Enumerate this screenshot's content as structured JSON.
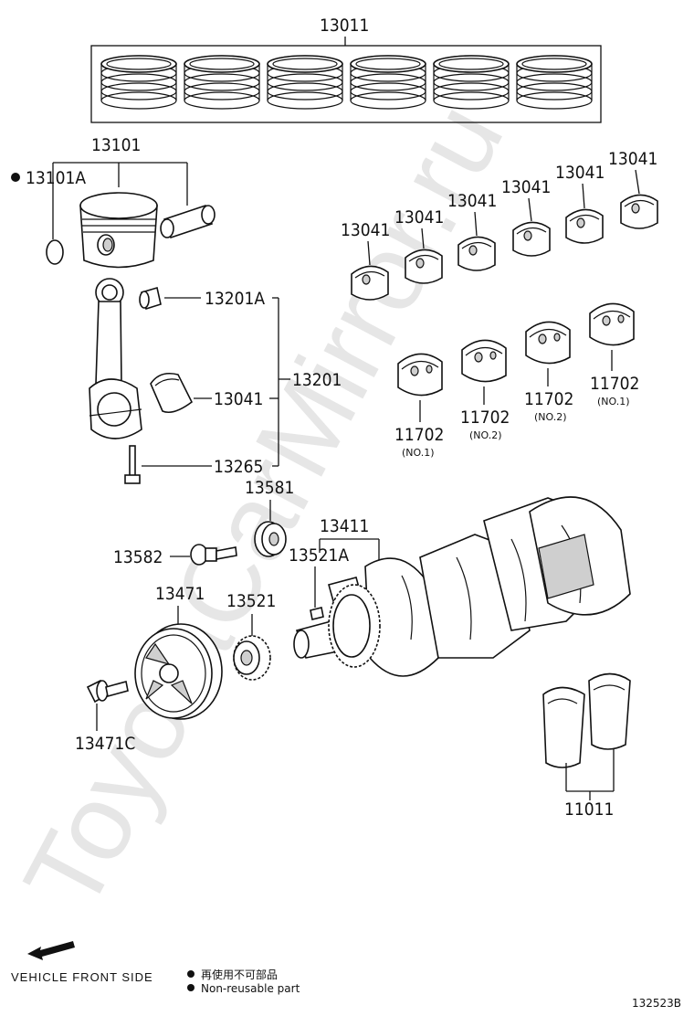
{
  "watermark": "ToyotaCarMirror.ru",
  "labels": {
    "piston_ring_set": "13011",
    "piston_subassy": "13101",
    "snap_ring": "13101A",
    "conrod_bushing": "13201A",
    "conrod_bearing": "13041",
    "conrod_assy": "13201",
    "conrod_bolt": "13265",
    "sensor_plate": "13581",
    "bolt": "13582",
    "crankshaft": "13411",
    "key": "13521A",
    "pulley": "13471",
    "timing_gear": "13521",
    "pulley_bolt": "13471C",
    "thrust_washer": "11011"
  },
  "upper_bearings": [
    "13041",
    "13041",
    "13041",
    "13041",
    "13041",
    "13041"
  ],
  "main_bearings": [
    {
      "number": "11702",
      "sub": "(NO.1)"
    },
    {
      "number": "11702",
      "sub": "(NO.2)"
    },
    {
      "number": "11702",
      "sub": "(NO.2)"
    },
    {
      "number": "11702",
      "sub": "(NO.1)"
    }
  ],
  "footer": {
    "direction": "VEHICLE FRONT SIDE",
    "note_jp": "再使用不可部品",
    "note_en": "Non-reusable part",
    "figure_code": "132523B"
  }
}
